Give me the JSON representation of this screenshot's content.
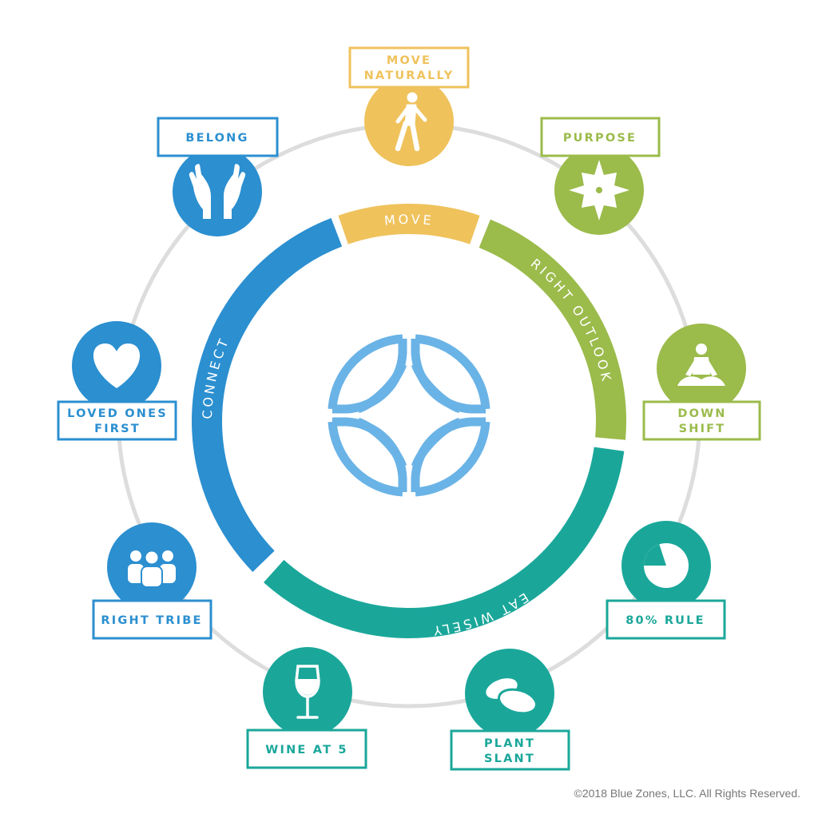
{
  "colors": {
    "yellow": "#EFC25C",
    "lime": "#9BBB4B",
    "teal": "#1AA79A",
    "blue": "#2B8FD0",
    "center_blue": "#6AB3E6",
    "ring_gray": "#DDDDDD"
  },
  "inner_ring": {
    "segments": [
      {
        "label": "MOVE",
        "color": "#EFC25C"
      },
      {
        "label": "RIGHT OUTLOOK",
        "color": "#9BBB4B"
      },
      {
        "label": "EAT WISELY",
        "color": "#1AA79A"
      },
      {
        "label": "CONNECT",
        "color": "#2B8FD0"
      }
    ]
  },
  "principles": [
    {
      "lines": [
        "MOVE",
        "NATURALLY"
      ],
      "icon": "walking-person-icon",
      "color": "#EFC25C"
    },
    {
      "lines": [
        "PURPOSE"
      ],
      "icon": "compass-star-icon",
      "color": "#9BBB4B"
    },
    {
      "lines": [
        "DOWN",
        "SHIFT"
      ],
      "icon": "meditation-icon",
      "color": "#9BBB4B"
    },
    {
      "lines": [
        "80% RULE"
      ],
      "icon": "pie-chart-icon",
      "color": "#1AA79A"
    },
    {
      "lines": [
        "PLANT",
        "SLANT"
      ],
      "icon": "beans-icon",
      "color": "#1AA79A"
    },
    {
      "lines": [
        "WINE AT 5"
      ],
      "icon": "wine-glass-icon",
      "color": "#1AA79A"
    },
    {
      "lines": [
        "RIGHT TRIBE"
      ],
      "icon": "group-of-people-icon",
      "color": "#2B8FD0"
    },
    {
      "lines": [
        "LOVED ONES",
        "FIRST"
      ],
      "icon": "heart-icon",
      "color": "#2B8FD0"
    },
    {
      "lines": [
        "BELONG"
      ],
      "icon": "raised-hands-icon",
      "color": "#2B8FD0"
    }
  ],
  "center_logo": {
    "icon": "blue-zones-logo-icon"
  },
  "copyright": "©2018 Blue Zones, LLC. All Rights Reserved."
}
